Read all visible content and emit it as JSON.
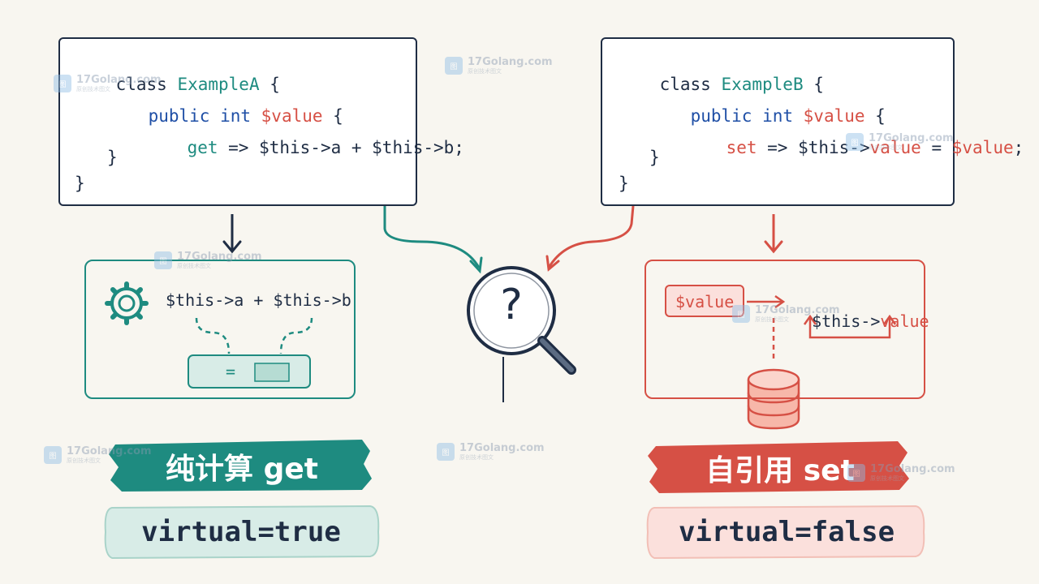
{
  "left_code": {
    "line1": {
      "kw": "class ",
      "name": "ExampleA",
      "brace": " {"
    },
    "line2": {
      "mod": "public int ",
      "var": "$value",
      "brace": " {"
    },
    "line3": {
      "accessor": "get",
      "body": " => $this->a + $this->b;"
    },
    "line4": "}",
    "line5": "}"
  },
  "right_code": {
    "line1": {
      "kw": "class ",
      "name": "ExampleB",
      "brace": " {"
    },
    "line2": {
      "mod": "public int ",
      "var": "$value",
      "brace": " {"
    },
    "line3": {
      "accessor": "set",
      "arrow": " => $this->",
      "prop": "value",
      "eq": " = ",
      "var": "$value",
      "end": ";"
    },
    "line4": "}",
    "line5": "}"
  },
  "left_panel": {
    "expression": "$this->a + $this->b",
    "result": "="
  },
  "right_panel": {
    "badge": "$value",
    "target_prefix": "$this->",
    "target_prop": "value"
  },
  "center": {
    "symbol": "?"
  },
  "left_label": {
    "title": "纯计算 get",
    "virtual": "virtual=true"
  },
  "right_label": {
    "title": "自引用 set",
    "virtual": "virtual=false"
  },
  "watermark": {
    "name": "17Golang.com",
    "sub": "原创技术图文",
    "icon": "图"
  },
  "colors": {
    "teal": "#1e8b80",
    "red": "#d65045",
    "navy": "#1f2d44",
    "blue": "#1f4fa6",
    "teal_light": "#d8ece7",
    "red_light": "#fbe0dc"
  }
}
